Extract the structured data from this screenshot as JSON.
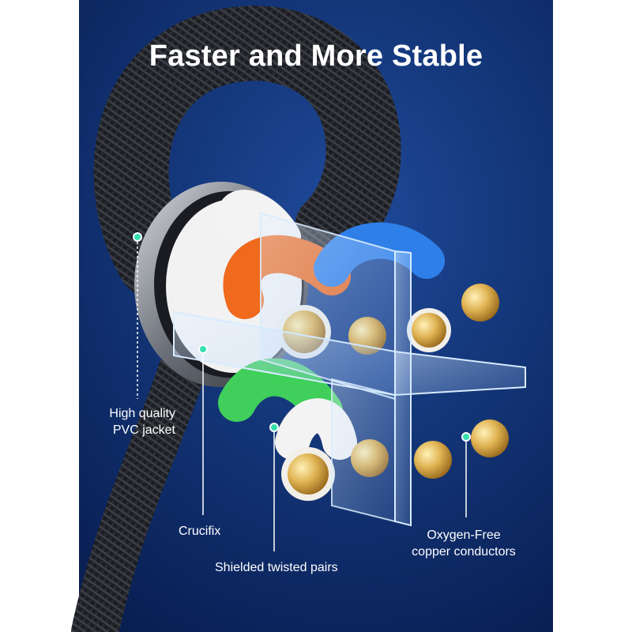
{
  "title": "Faster and More Stable",
  "callouts": {
    "jacket": [
      "High quality",
      "PVC jacket"
    ],
    "crucifix": "Crucifix",
    "shielded": "Shielded twisted pairs",
    "copper": [
      "Oxygen-Free",
      "copper conductors"
    ]
  },
  "colors": {
    "background": "#133577",
    "side_panels": "#ffffff",
    "marker": "#35e0b0",
    "copper": "#d4a646",
    "pair_orange": "#ef6a1d",
    "pair_blue": "#2f7fe8",
    "pair_green": "#3fcf5a",
    "pair_white": "#f3f3f3"
  }
}
